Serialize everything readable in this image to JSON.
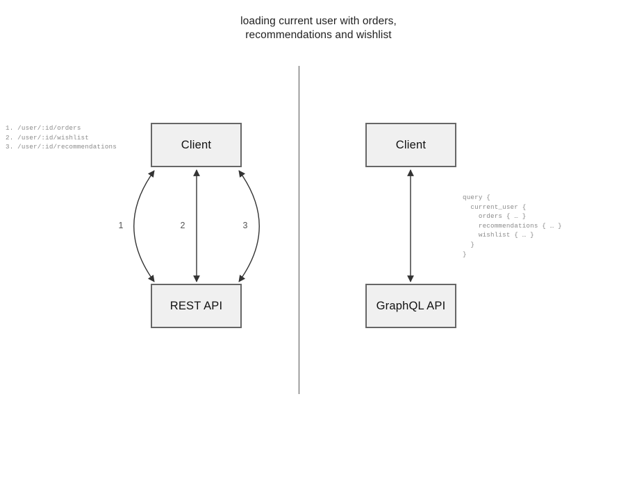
{
  "title": "loading current user with orders,\nrecommendations and wishlist",
  "divider": {
    "name": "vertical-divider",
    "color": "#888888"
  },
  "colors": {
    "box_fill": "#f0f0f0",
    "box_border": "#666666",
    "connector": "#333333",
    "code_text": "#8a8a8a",
    "title_text": "#1f1f1f"
  },
  "left_panel": {
    "approach": "REST",
    "nodes": {
      "client": "Client",
      "api": "REST API"
    },
    "endpoints_text": "1. /user/:id/orders\n2. /user/:id/wishlist\n3. /user/:id/recommendations",
    "endpoints": [
      {
        "number": "1.",
        "path": "/user/:id/orders"
      },
      {
        "number": "2.",
        "path": "/user/:id/wishlist"
      },
      {
        "number": "3.",
        "path": "/user/:id/recommendations"
      }
    ],
    "edges": [
      {
        "label": "1",
        "shape": "curve-left",
        "arrows": "both"
      },
      {
        "label": "2",
        "shape": "straight",
        "arrows": "both"
      },
      {
        "label": "3",
        "shape": "curve-right",
        "arrows": "both"
      }
    ]
  },
  "right_panel": {
    "approach": "GraphQL",
    "nodes": {
      "client": "Client",
      "api": "GraphQL API"
    },
    "query_text": "query {\n  current_user {\n    orders { … }\n    recommendations { … }\n    wishlist { … }\n  }\n}",
    "edges": [
      {
        "label": "",
        "shape": "straight",
        "arrows": "both"
      }
    ]
  }
}
